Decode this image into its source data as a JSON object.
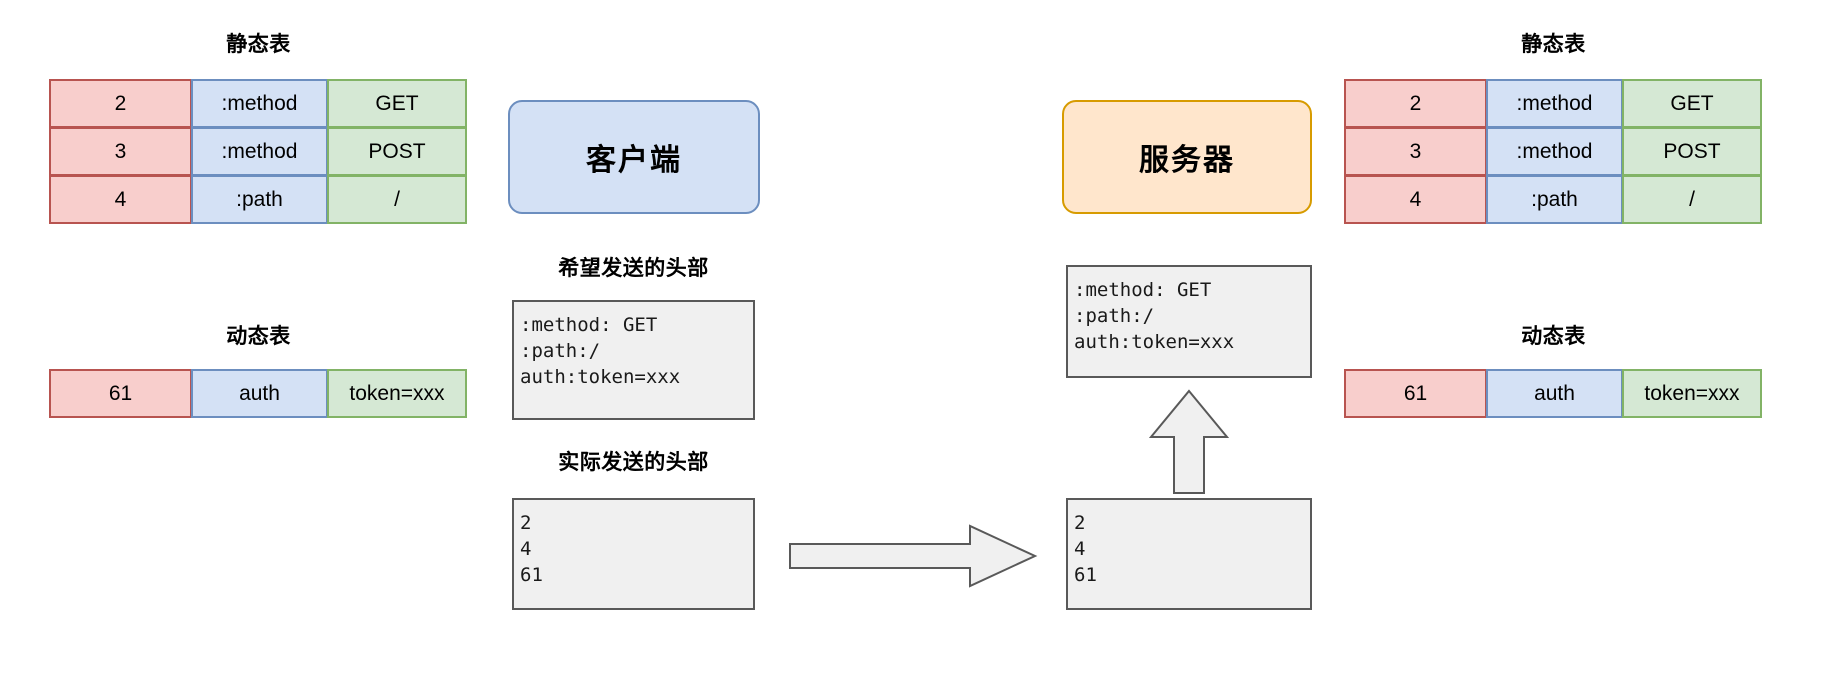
{
  "diagram": {
    "title": "HPACK header compression: client and server static/dynamic tables",
    "colors": {
      "index_fill": "#f8cecc",
      "index_border": "#b85450",
      "key_fill": "#d4e1f5",
      "key_border": "#6c8ebf",
      "value_fill": "#d5e8d4",
      "value_border": "#82b366",
      "client_fill": "#d4e1f5",
      "client_border": "#6c8ebf",
      "server_fill": "#ffe6cc",
      "server_border": "#d79b00",
      "code_fill": "#f0f0f0",
      "code_border": "#595959",
      "arrow_fill": "#f0f0f0",
      "arrow_border": "#595959"
    }
  },
  "left": {
    "static_table": {
      "caption": "静态表",
      "rows": [
        {
          "index": "2",
          "key": ":method",
          "value": "GET"
        },
        {
          "index": "3",
          "key": ":method",
          "value": "POST"
        },
        {
          "index": "4",
          "key": ":path",
          "value": "/"
        }
      ]
    },
    "dynamic_table": {
      "caption": "动态表",
      "rows": [
        {
          "index": "61",
          "key": "auth",
          "value": "token=xxx"
        }
      ]
    }
  },
  "right": {
    "static_table": {
      "caption": "静态表",
      "rows": [
        {
          "index": "2",
          "key": ":method",
          "value": "GET"
        },
        {
          "index": "3",
          "key": ":method",
          "value": "POST"
        },
        {
          "index": "4",
          "key": ":path",
          "value": "/"
        }
      ]
    },
    "dynamic_table": {
      "caption": "动态表",
      "rows": [
        {
          "index": "61",
          "key": "auth",
          "value": "token=xxx"
        }
      ]
    }
  },
  "client": {
    "label": "客户端",
    "intended_headers": {
      "caption": "希望发送的头部",
      "text": ":method: GET\n:path:/\nauth:token=xxx"
    },
    "actual_headers": {
      "caption": "实际发送的头部",
      "text": "2\n4\n61"
    }
  },
  "server": {
    "label": "服务器",
    "decoded_headers": {
      "text": ":method: GET\n:path:/\nauth:token=xxx"
    },
    "received_payload": {
      "text": "2\n4\n61"
    }
  },
  "arrows": {
    "transmit": {
      "name": "transmit-arrow",
      "direction": "right"
    },
    "decode": {
      "name": "decode-arrow",
      "direction": "up"
    }
  }
}
